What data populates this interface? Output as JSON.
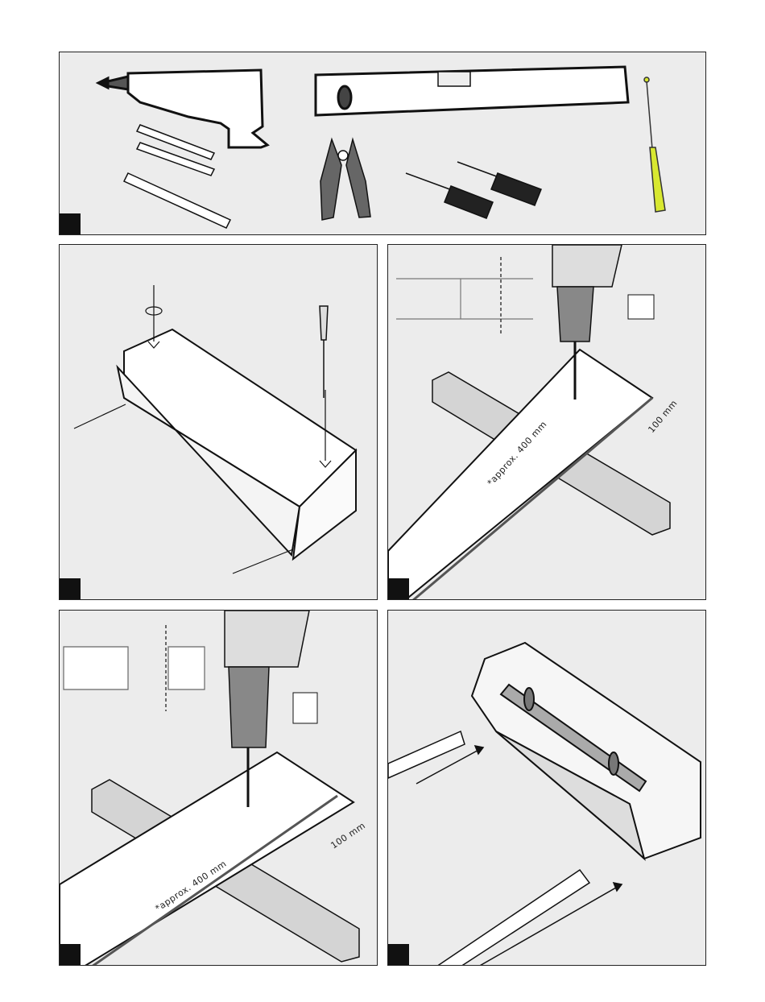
{
  "panels": {
    "tools": {
      "step": ""
    },
    "mount": {
      "step": ""
    },
    "drill1": {
      "step": "",
      "distance": "100 mm",
      "spacing": "*approx. 400 mm"
    },
    "drill2": {
      "step": "",
      "distance": "100 mm",
      "spacing": "*approx. 400 mm"
    },
    "assemble": {
      "step": ""
    }
  },
  "colors": {
    "panel_bg": "#ececec",
    "line": "#111111",
    "screwdriver_yellow": "#d8e830"
  }
}
